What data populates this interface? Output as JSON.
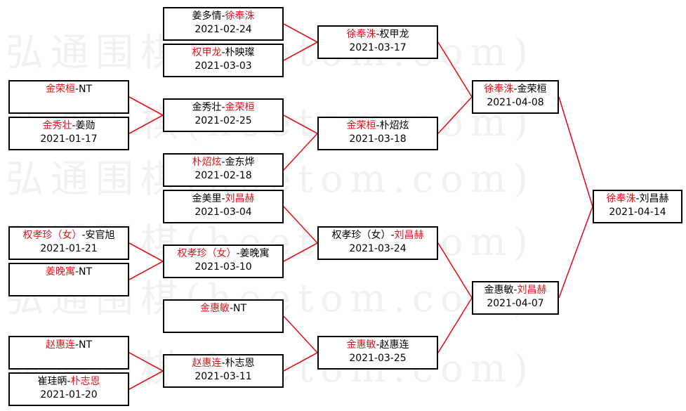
{
  "watermark": "弘通围棋(hoetom.com)",
  "colors": {
    "winner": "#e0141b",
    "line": "#e0141b",
    "text": "#000000"
  },
  "matches": [
    {
      "id": "r1a",
      "p1": "金荣桓",
      "p2": "NT",
      "winner": 1,
      "date": ""
    },
    {
      "id": "r1b",
      "p1": "金秀壮",
      "p2": "姜勋",
      "winner": 1,
      "date": "2021-01-17"
    },
    {
      "id": "r1c",
      "p1": "权孝珍（女）",
      "p2": "安官旭",
      "winner": 1,
      "date": "2021-01-21"
    },
    {
      "id": "r1d",
      "p1": "姜晚寓",
      "p2": "NT",
      "winner": 1,
      "date": ""
    },
    {
      "id": "r1e",
      "p1": "赵惠连",
      "p2": "NT",
      "winner": 1,
      "date": ""
    },
    {
      "id": "r1f",
      "p1": "崔珪昞",
      "p2": "朴志恩",
      "winner": 2,
      "date": "2021-01-20"
    },
    {
      "id": "r2a",
      "p1": "姜多情",
      "p2": "徐奉洙",
      "winner": 2,
      "date": "2021-02-24"
    },
    {
      "id": "r2b",
      "p1": "权甲龙",
      "p2": "朴映璨",
      "winner": 1,
      "date": "2021-03-03"
    },
    {
      "id": "r2c",
      "p1": "金秀壮",
      "p2": "金荣桓",
      "winner": 2,
      "date": "2021-02-25"
    },
    {
      "id": "r2d",
      "p1": "朴炤炫",
      "p2": "金东烨",
      "winner": 1,
      "date": "2021-02-18"
    },
    {
      "id": "r2e",
      "p1": "金美里",
      "p2": "刘昌赫",
      "winner": 2,
      "date": "2021-03-04"
    },
    {
      "id": "r2f",
      "p1": "权孝珍（女）",
      "p2": "姜晚寓",
      "winner": 1,
      "date": "2021-03-10"
    },
    {
      "id": "r2g",
      "p1": "金惠敏",
      "p2": "NT",
      "winner": 1,
      "date": ""
    },
    {
      "id": "r2h",
      "p1": "赵惠连",
      "p2": "朴志恩",
      "winner": 1,
      "date": "2021-03-11"
    },
    {
      "id": "r3a",
      "p1": "徐奉洙",
      "p2": "权甲龙",
      "winner": 1,
      "date": "2021-03-17"
    },
    {
      "id": "r3b",
      "p1": "金荣桓",
      "p2": "朴炤炫",
      "winner": 1,
      "date": "2021-03-18"
    },
    {
      "id": "r3c",
      "p1": "权孝珍（女）",
      "p2": "刘昌赫",
      "winner": 2,
      "date": "2021-03-24"
    },
    {
      "id": "r3d",
      "p1": "金惠敏",
      "p2": "赵惠连",
      "winner": 1,
      "date": "2021-03-25"
    },
    {
      "id": "r4a",
      "p1": "徐奉洙",
      "p2": "金荣桓",
      "winner": 1,
      "date": "2021-04-08"
    },
    {
      "id": "r4b",
      "p1": "金惠敏",
      "p2": "刘昌赫",
      "winner": 2,
      "date": "2021-04-07"
    },
    {
      "id": "final",
      "p1": "徐奉洙",
      "p2": "刘昌赫",
      "winner": 1,
      "date": "2021-04-14"
    }
  ]
}
